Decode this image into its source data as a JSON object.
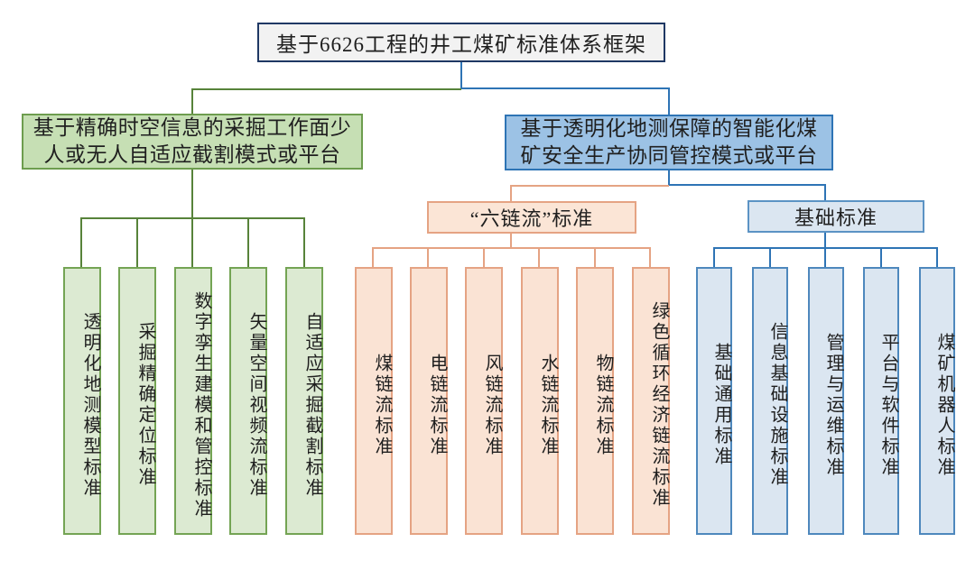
{
  "diagram": {
    "root": {
      "title": "基于6626工程的井工煤矿标准体系框架"
    },
    "left_branch": {
      "label": "基于精确时空信息的采掘工作面少人或无人自适应截割模式或平台",
      "lines": [
        "基于精确时空信息的采掘工作面少",
        "人或无人自适应截割模式或平台"
      ],
      "children": [
        "透明化地测模型标准",
        "采掘精确定位标准",
        "数字孪生建模和管控标准",
        "矢量空间视频流标准",
        "自适应采掘截割标准"
      ]
    },
    "right_branch": {
      "label": "基于透明化地测保障的智能化煤矿安全生产协同管控模式或平台",
      "lines": [
        "基于透明化地测保障的智能化煤",
        "矿安全生产协同管控模式或平台"
      ],
      "groups": [
        {
          "label": "“六链流”标准",
          "children": [
            "煤链流标准",
            "电链流标准",
            "风链流标准",
            "水链流标准",
            "物链流标准",
            "绿色循环经济链流标准"
          ]
        },
        {
          "label": "基础标准",
          "children": [
            "基础通用标准",
            "信息基础设施标准",
            "管理与运维标准",
            "平台与软件标准",
            "煤矿机器人标准"
          ]
        }
      ]
    },
    "colors": {
      "root_border": "#1f3864",
      "root_fill": "#f2f2f2",
      "green_fill_header": "#c6dfb4",
      "green_fill_col": "#dcead2",
      "green_line": "#57833a",
      "blue_fill_header": "#9cc2e5",
      "blue_fill_col": "#dbe6f1",
      "blue_line": "#2e74b5",
      "orange_fill": "#fbe5d6",
      "orange_line": "#e5a383"
    }
  }
}
